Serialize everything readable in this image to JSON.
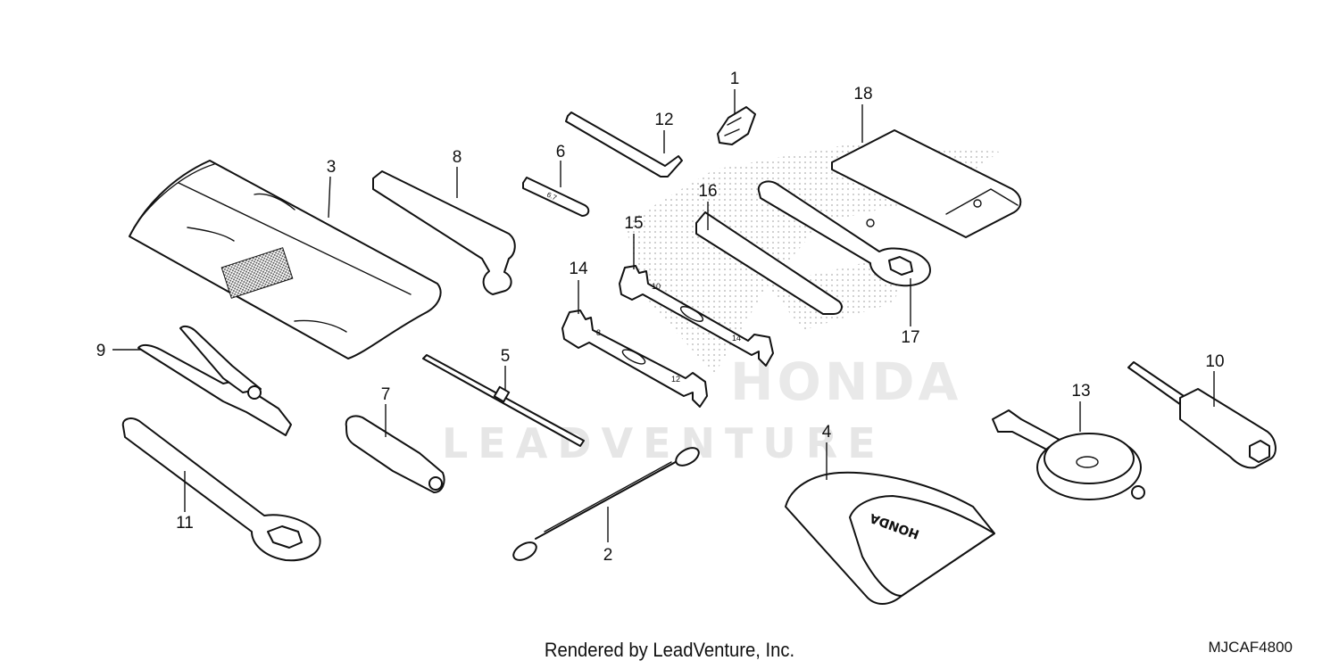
{
  "diagram": {
    "watermark": {
      "line1": "HONDA",
      "line2": "LEADVENTURE"
    },
    "callouts": {
      "p1": "1",
      "p2": "2",
      "p3": "3",
      "p4": "4",
      "p5": "5",
      "p6": "6",
      "p7": "7",
      "p8": "8",
      "p9": "9",
      "p10": "10",
      "p11": "11",
      "p12": "12",
      "p13": "13",
      "p14": "14",
      "p15": "15",
      "p16": "16",
      "p17": "17",
      "p18": "18"
    },
    "parts": [
      {
        "callout": "1",
        "depicts": "small clip"
      },
      {
        "callout": "2",
        "depicts": "cable with looped ends"
      },
      {
        "callout": "3",
        "depicts": "tool bag"
      },
      {
        "callout": "4",
        "depicts": "pouch"
      },
      {
        "callout": "5",
        "depicts": "double-ended screwdriver"
      },
      {
        "callout": "6",
        "depicts": "small flat key"
      },
      {
        "callout": "7",
        "depicts": "screwdriver handle"
      },
      {
        "callout": "8",
        "depicts": "pin spanner"
      },
      {
        "callout": "9",
        "depicts": "pliers"
      },
      {
        "callout": "10",
        "depicts": "socket wrench"
      },
      {
        "callout": "11",
        "depicts": "box wrench"
      },
      {
        "callout": "12",
        "depicts": "hex key"
      },
      {
        "callout": "13",
        "depicts": "tire pressure gauge"
      },
      {
        "callout": "14",
        "depicts": "open-end wrench"
      },
      {
        "callout": "15",
        "depicts": "open-end wrench"
      },
      {
        "callout": "16",
        "depicts": "extension bar"
      },
      {
        "callout": "17",
        "depicts": "box wrench"
      },
      {
        "callout": "18",
        "depicts": "manual envelope"
      }
    ],
    "wrench_markings": {
      "w14_a": "8",
      "w14_b": "12",
      "w15_a": "10",
      "w15_b": "14",
      "key6": "6.7"
    },
    "pouch_logo": "HONDA"
  },
  "footer": {
    "credit": "Rendered by LeadVenture, Inc.",
    "code": "MJCAF4800"
  }
}
